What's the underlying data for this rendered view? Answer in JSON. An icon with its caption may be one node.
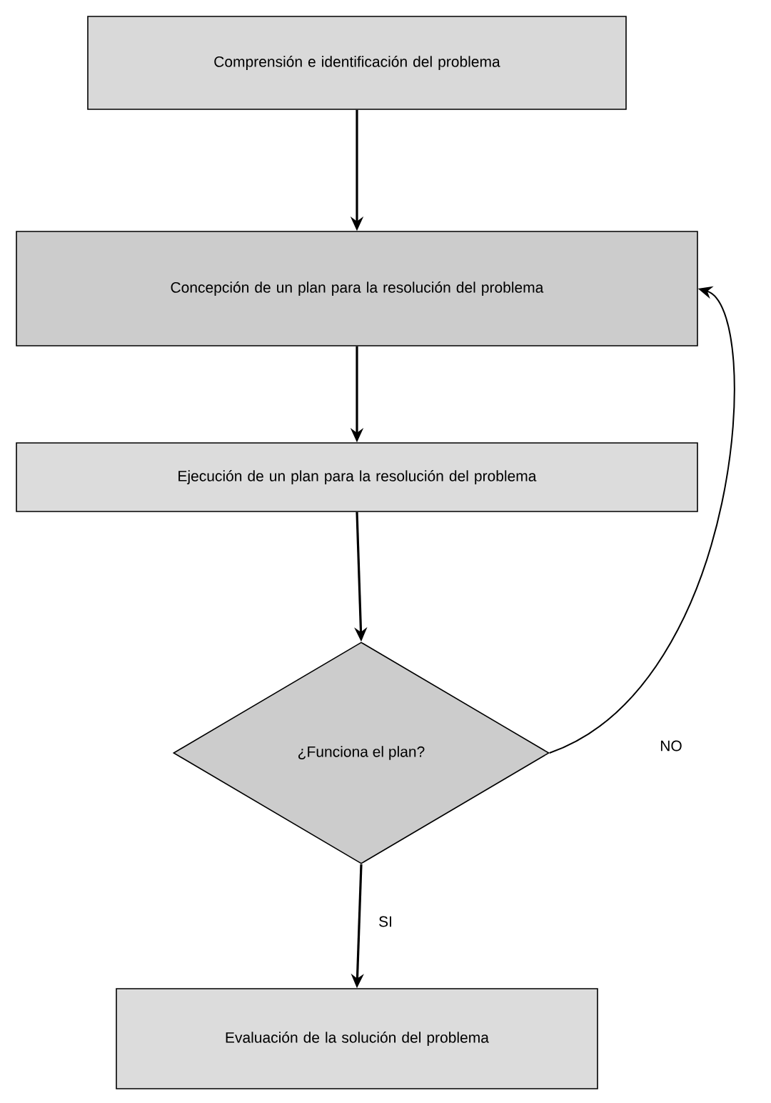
{
  "diagram": {
    "nodes": [
      {
        "text": [
          "Comprensión e identificación del problema"
        ]
      },
      {
        "text": [
          "Concepción de un plan para la resolución del problema"
        ]
      },
      {
        "text": [
          "Ejecución de un plan para la resolución del problema"
        ]
      },
      {
        "text": [
          "¿Funciona el plan?"
        ]
      },
      {
        "text": [
          "Evaluación de la solución del problema"
        ]
      }
    ],
    "edges": [
      {
        "from": 0,
        "to": 1,
        "arrow": "to"
      },
      {
        "from": 1,
        "to": 2,
        "arrow": "to"
      },
      {
        "from": 2,
        "to": 3,
        "arrow": "to"
      },
      {
        "from": 3,
        "to": 4,
        "arrow": "to",
        "label": "SI"
      },
      {
        "from": 3,
        "to": 1,
        "arrow": "to",
        "label": "NO"
      }
    ]
  }
}
